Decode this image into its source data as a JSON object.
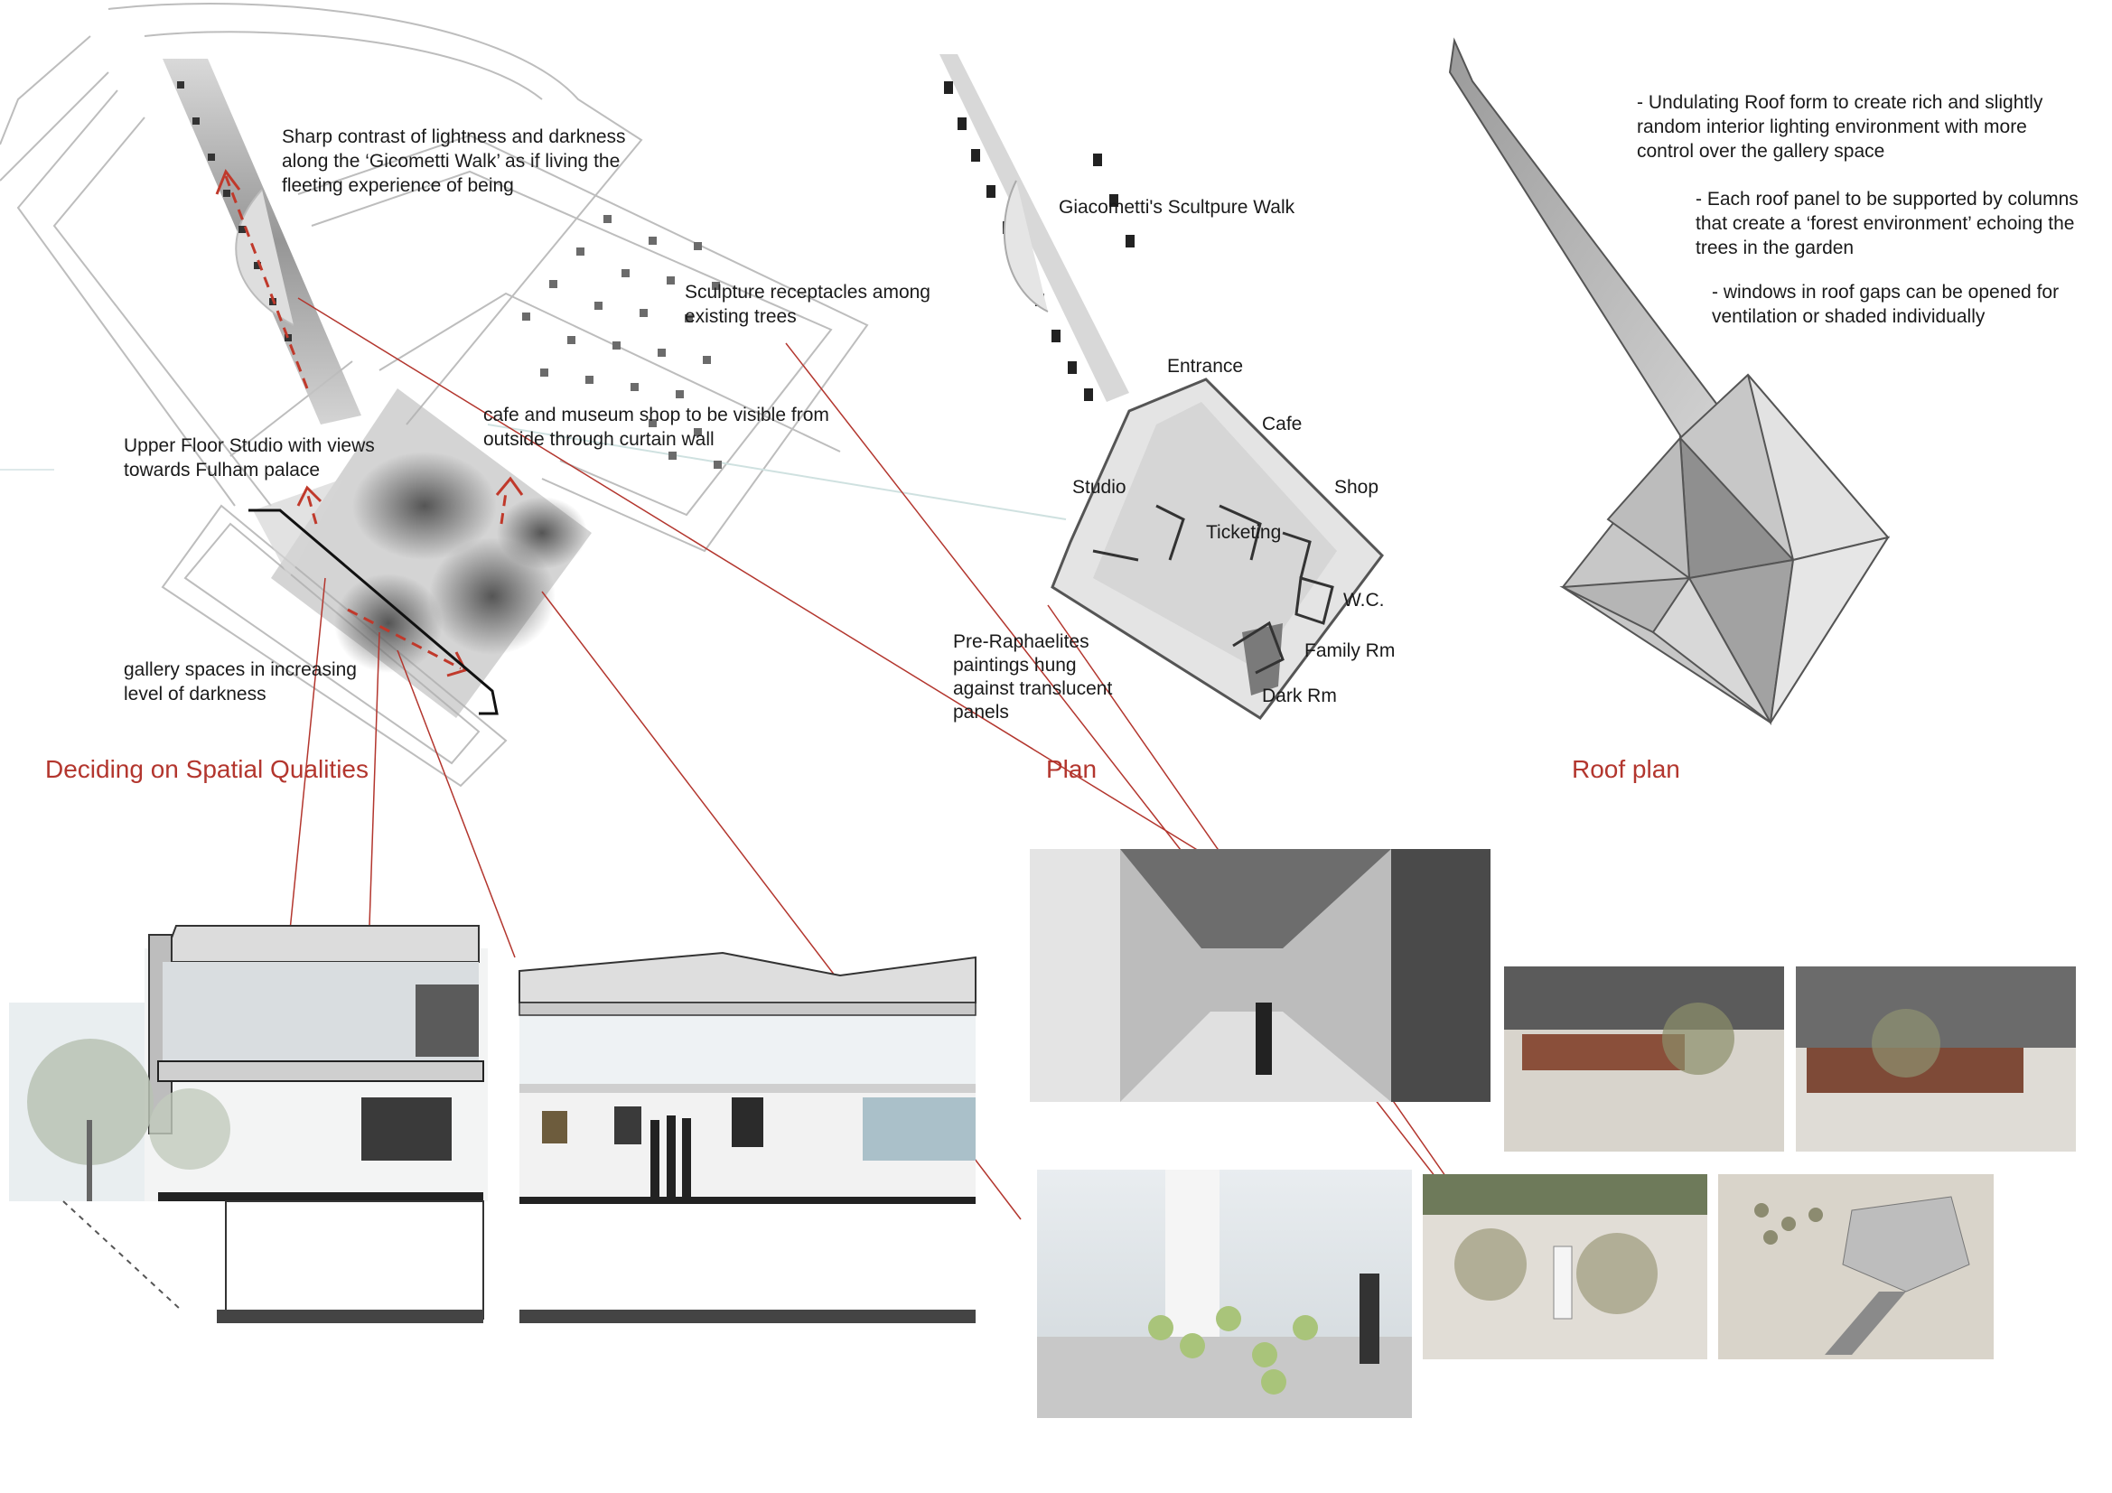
{
  "titles": {
    "spatial": "Deciding on Spatial Qualities",
    "plan": "Plan",
    "roof": "Roof plan"
  },
  "annotations": {
    "contrast": "Sharp contrast of lightness and darkness along the ‘Gicometti Walk’ as if living the fleeting experience of being",
    "receptacles": "Sculpture receptacles among existing trees",
    "cafe_shop": "cafe and museum shop to be visible from outside through curtain wall",
    "studio_views": "Upper Floor Studio with views towards Fulham palace",
    "gallery_dark": "gallery spaces in increasing level of darkness"
  },
  "plan_labels": {
    "walk": "Giacometti's Scultpure Walk",
    "entrance": "Entrance",
    "cafe": "Cafe",
    "shop": "Shop",
    "studio": "Studio",
    "ticketing": "Ticketing",
    "wc": "W.C.",
    "family": "Family Rm",
    "dark": "Dark Rm",
    "prerapha": "Pre-Raphaelites paintings hung against translucent panels"
  },
  "roof_notes": {
    "n1": "- Undulating Roof form to create rich and slightly random interior lighting environment with more control over the gallery space",
    "n2": "- Each roof panel to be supported by columns that create a ‘forest environment’ echoing the trees in the garden",
    "n3": "- windows in roof gaps can be opened for ventilation or shaded individually"
  },
  "colors": {
    "accent": "#b3362e",
    "text": "#1a1a1a",
    "site_line": "#b8b8b8"
  }
}
